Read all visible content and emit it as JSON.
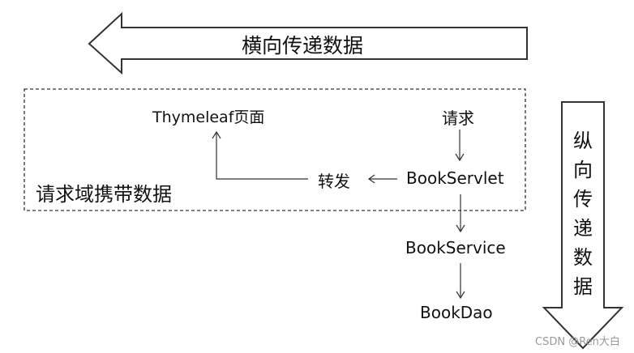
{
  "horizontal_arrow": {
    "label": "横向传递数据"
  },
  "vertical_arrow": {
    "label_chars": [
      "纵",
      "向",
      "传",
      "递",
      "数",
      "据"
    ]
  },
  "request_scope": {
    "label": "请求域携带数据"
  },
  "nodes": {
    "thymeleaf_page": "Thymeleaf页面",
    "request": "请求",
    "forward": "转发",
    "book_servlet": "BookServlet",
    "book_service": "BookService",
    "book_dao": "BookDao"
  },
  "watermark": "CSDN @Ren大白",
  "colors": {
    "stroke": "#333333",
    "text": "#111111",
    "watermark": "#999999"
  }
}
